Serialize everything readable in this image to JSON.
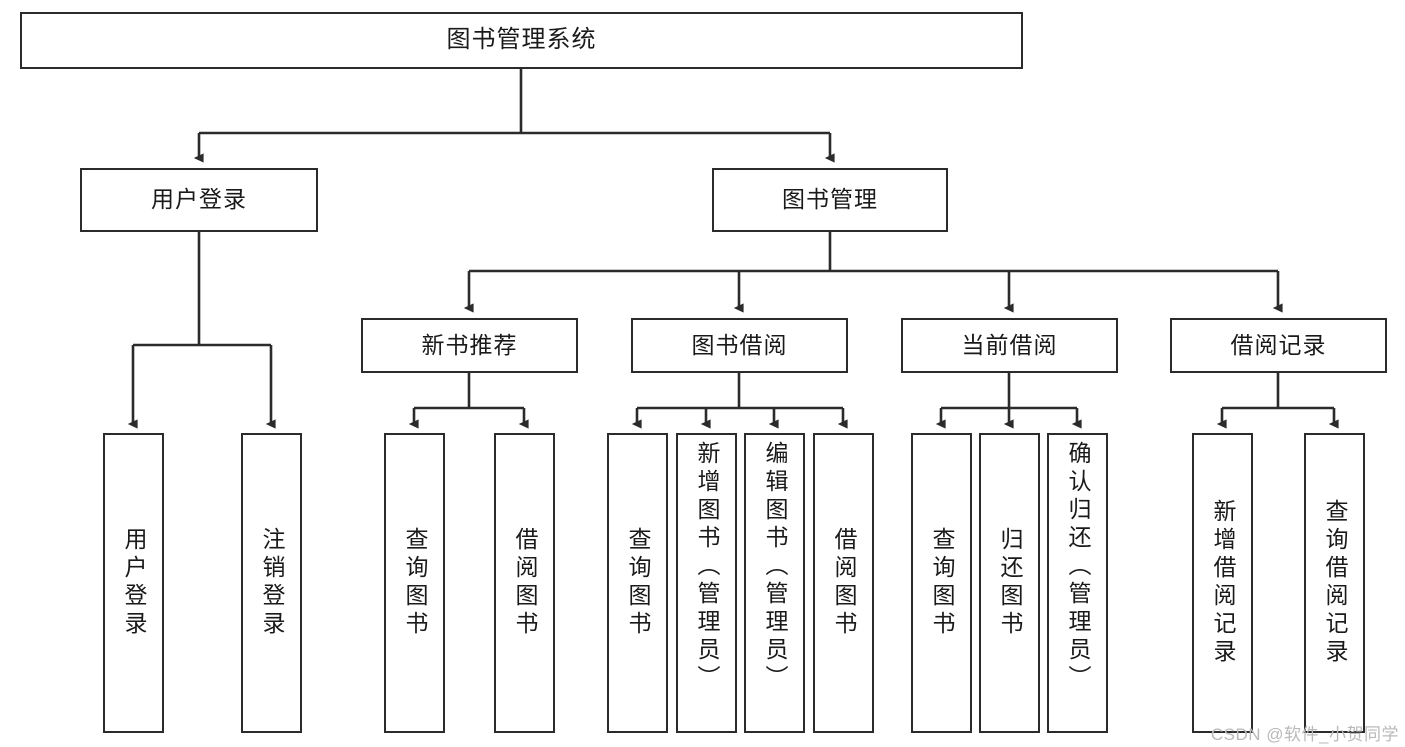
{
  "diagram": {
    "type": "tree-hierarchy",
    "title": "图书管理系统",
    "watermark": "CSDN @软件_小贺同学",
    "colors": {
      "box_border": "#2b2b2b",
      "box_fill": "#ffffff",
      "connector": "#2b2b2b",
      "text": "#1a1a1a",
      "watermark": "#b9b9b9"
    },
    "root": {
      "label": "图书管理系统"
    },
    "level2": [
      {
        "label": "用户登录"
      },
      {
        "label": "图书管理"
      }
    ],
    "level3": [
      {
        "label": "新书推荐"
      },
      {
        "label": "图书借阅"
      },
      {
        "label": "当前借阅"
      },
      {
        "label": "借阅记录"
      }
    ],
    "leaves": {
      "user_login": [
        {
          "label": "用户登录"
        },
        {
          "label": "注销登录"
        }
      ],
      "new_book_recommend": [
        {
          "label": "查询图书"
        },
        {
          "label": "借阅图书"
        }
      ],
      "book_borrow": [
        {
          "label": "查询图书"
        },
        {
          "label": "新增图书（管理员）"
        },
        {
          "label": "编辑图书（管理员）"
        },
        {
          "label": "借阅图书"
        }
      ],
      "current_borrow": [
        {
          "label": "查询图书"
        },
        {
          "label": "归还图书"
        },
        {
          "label": "确认归还（管理员）"
        }
      ],
      "borrow_record": [
        {
          "label": "新增借阅记录"
        },
        {
          "label": "查询借阅记录"
        }
      ]
    }
  }
}
